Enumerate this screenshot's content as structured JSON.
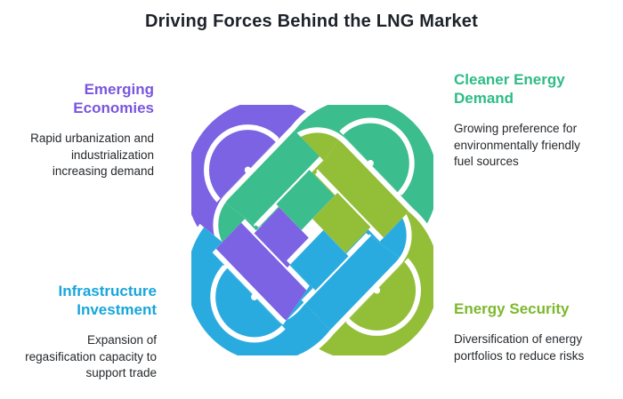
{
  "title": "Driving Forces Behind the LNG Market",
  "colors": {
    "title_text": "#1d222b",
    "body_text": "#25282c",
    "background": "#ffffff"
  },
  "sections": [
    {
      "id": "emerging-economies",
      "heading": "Emerging Economies",
      "body": "Rapid urbanization and industrialization increasing demand",
      "accent": "#7a55de",
      "position": "top-left"
    },
    {
      "id": "cleaner-energy-demand",
      "heading": "Cleaner Energy Demand",
      "body": "Growing preference for environmentally friendly fuel sources",
      "accent": "#2dbc86",
      "position": "top-right"
    },
    {
      "id": "infrastructure-investment",
      "heading": "Infrastructure Investment",
      "body": "Expansion of regasification capacity to support trade",
      "accent": "#17a6db",
      "position": "bottom-left"
    },
    {
      "id": "energy-security",
      "heading": "Energy Security",
      "body": "Diversification of energy portfolios to reduce risks",
      "accent": "#7cb82c",
      "position": "bottom-right"
    }
  ],
  "knot": {
    "description": "four interlocking hook strands",
    "strand_colors": {
      "purple": "#7b63e3",
      "emerald": "#3cbd8d",
      "lime": "#93be37",
      "cyan": "#2aabdf"
    }
  }
}
